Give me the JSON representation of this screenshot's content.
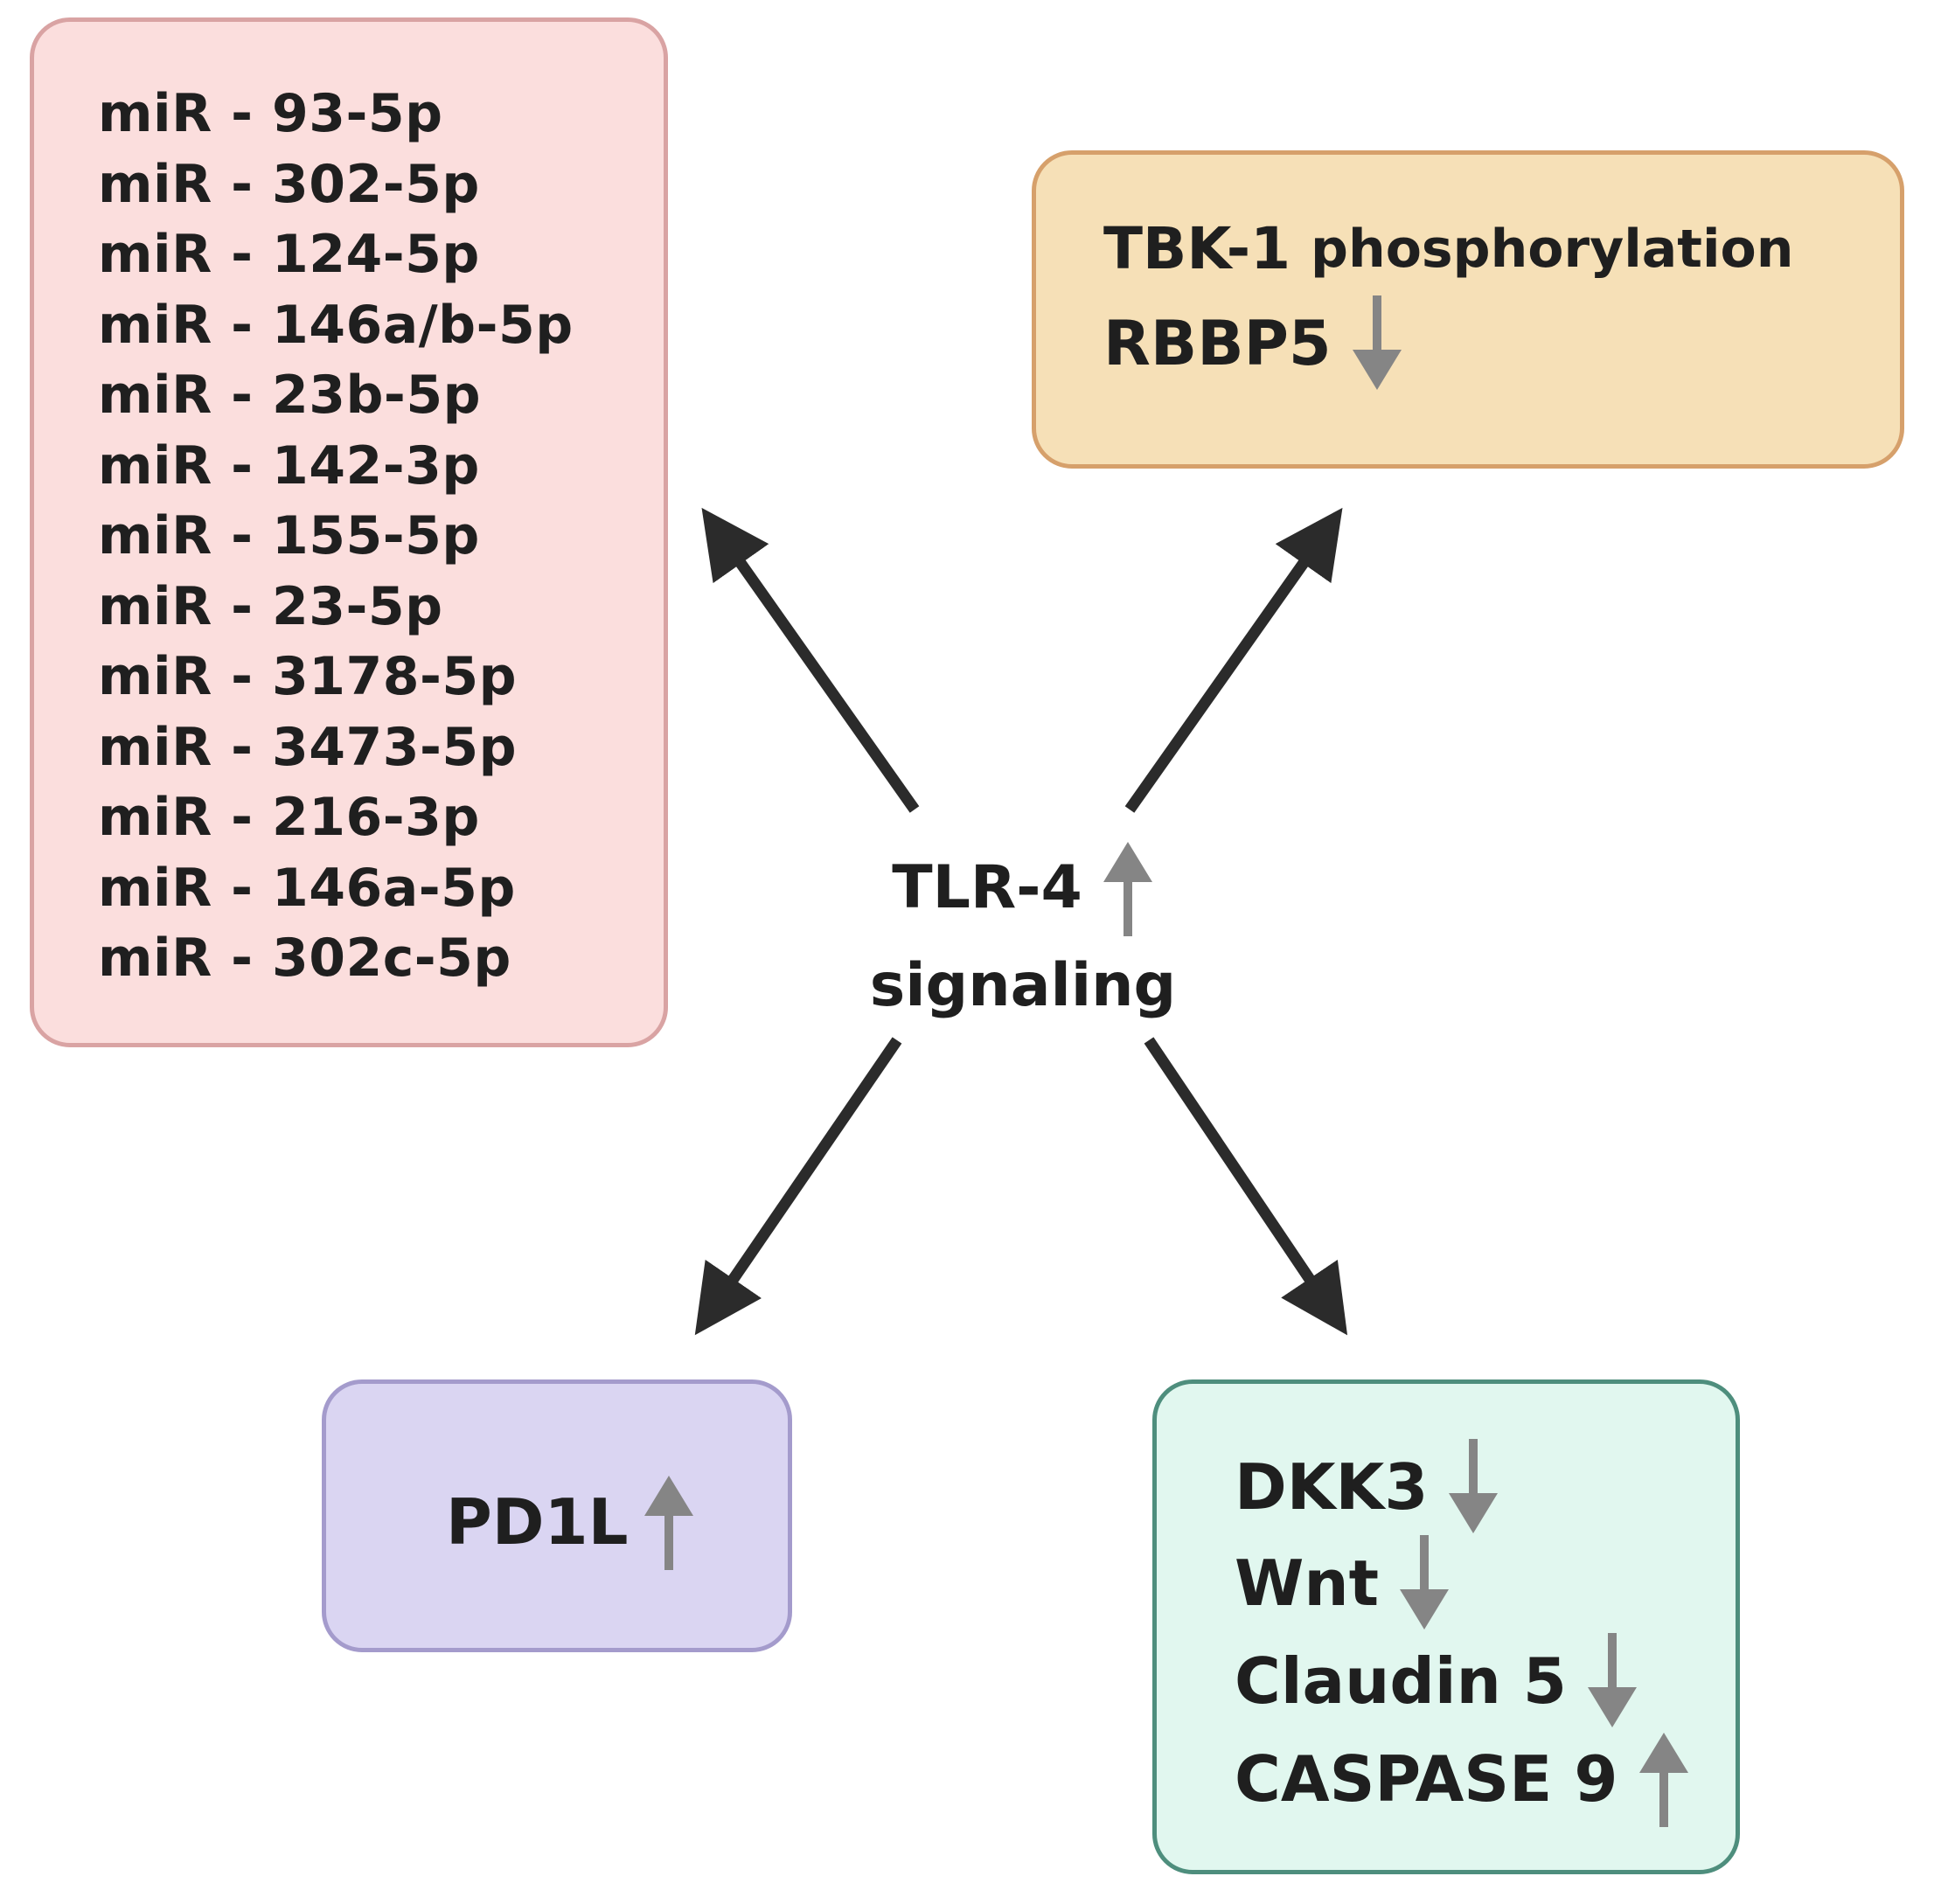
{
  "center": {
    "line1": "TLR-4",
    "line2": "signaling",
    "direction": "up"
  },
  "mirna_box": {
    "items": [
      "miR - 93-5p",
      "miR - 302-5p",
      "miR - 124-5p",
      "miR - 146a/b-5p",
      "miR - 23b-5p",
      "miR - 142-3p",
      "miR - 155-5p",
      "miR - 23-5p",
      "miR - 3178-5p",
      "miR - 3473-5p",
      "miR - 216-3p",
      "miR - 146a-5p",
      "miR - 302c-5p"
    ]
  },
  "tbk_box": {
    "line1_bold": "TBK-1",
    "line1_rest": "phosphorylation",
    "line2": {
      "label": "RBBP5",
      "direction": "down"
    }
  },
  "pd1l_box": {
    "label": "PD1L",
    "direction": "up"
  },
  "dkk_box": {
    "items": [
      {
        "label": "DKK3",
        "direction": "down"
      },
      {
        "label": "Wnt",
        "direction": "down"
      },
      {
        "label": "Claudin 5",
        "direction": "down"
      },
      {
        "label": "CASPASE 9",
        "direction": "up"
      }
    ]
  },
  "colors": {
    "mirna_fill": "#fbdedd",
    "mirna_border": "#d9a3a3",
    "tbk_fill": "#f6e0b7",
    "tbk_border": "#d6a06b",
    "pd1l_fill": "#dad5f2",
    "pd1l_border": "#a49bcc",
    "dkk_fill": "#e1f7ef",
    "dkk_border": "#4e8e7d",
    "connector": "#2b2b2b",
    "indicator_arrow": "#858585"
  }
}
